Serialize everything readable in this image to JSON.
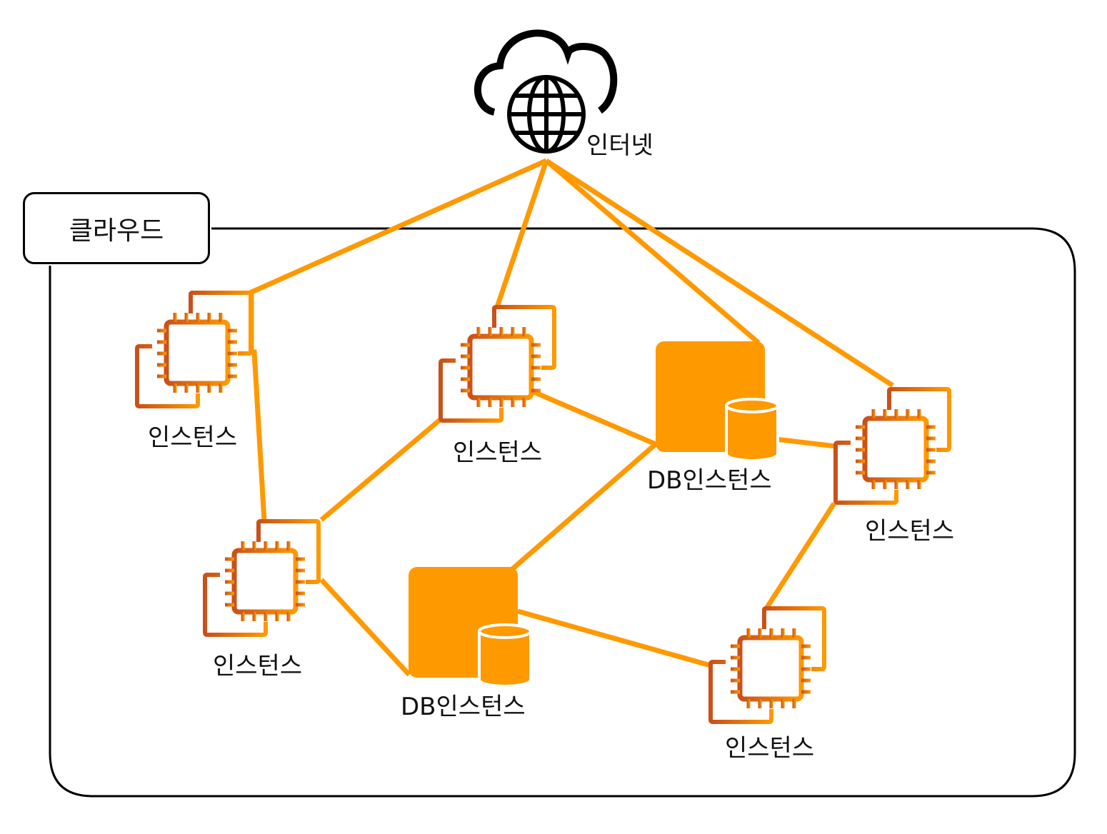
{
  "diagram": {
    "internet": {
      "label": "인터넷",
      "icon": "cloud-globe-icon"
    },
    "group": {
      "label": "클라우드"
    },
    "colors": {
      "line": "#FF9900",
      "chip_start": "#C8511B",
      "chip_end": "#FF9900",
      "db_fill": "#FF9900",
      "outline": "#000000"
    },
    "nodes": [
      {
        "id": "inst1",
        "type": "instance",
        "label": "인스턴스"
      },
      {
        "id": "inst2",
        "type": "instance",
        "label": "인스턴스"
      },
      {
        "id": "db1",
        "type": "db",
        "label": "DB인스턴스"
      },
      {
        "id": "inst3",
        "type": "instance",
        "label": "인스턴스"
      },
      {
        "id": "inst4",
        "type": "instance",
        "label": "인스턴스"
      },
      {
        "id": "db2",
        "type": "db",
        "label": "DB인스턴스"
      },
      {
        "id": "inst5",
        "type": "instance",
        "label": "인스턴스"
      }
    ],
    "edges": [
      {
        "from": "internet",
        "to": "inst1"
      },
      {
        "from": "internet",
        "to": "inst2"
      },
      {
        "from": "internet",
        "to": "db1"
      },
      {
        "from": "internet",
        "to": "inst3"
      },
      {
        "from": "inst1",
        "to": "inst4"
      },
      {
        "from": "inst2",
        "to": "inst4"
      },
      {
        "from": "inst2",
        "to": "db1"
      },
      {
        "from": "db1",
        "to": "inst3"
      },
      {
        "from": "db1",
        "to": "db2"
      },
      {
        "from": "inst4",
        "to": "db2"
      },
      {
        "from": "db2",
        "to": "inst5"
      },
      {
        "from": "inst3",
        "to": "inst5"
      }
    ]
  }
}
